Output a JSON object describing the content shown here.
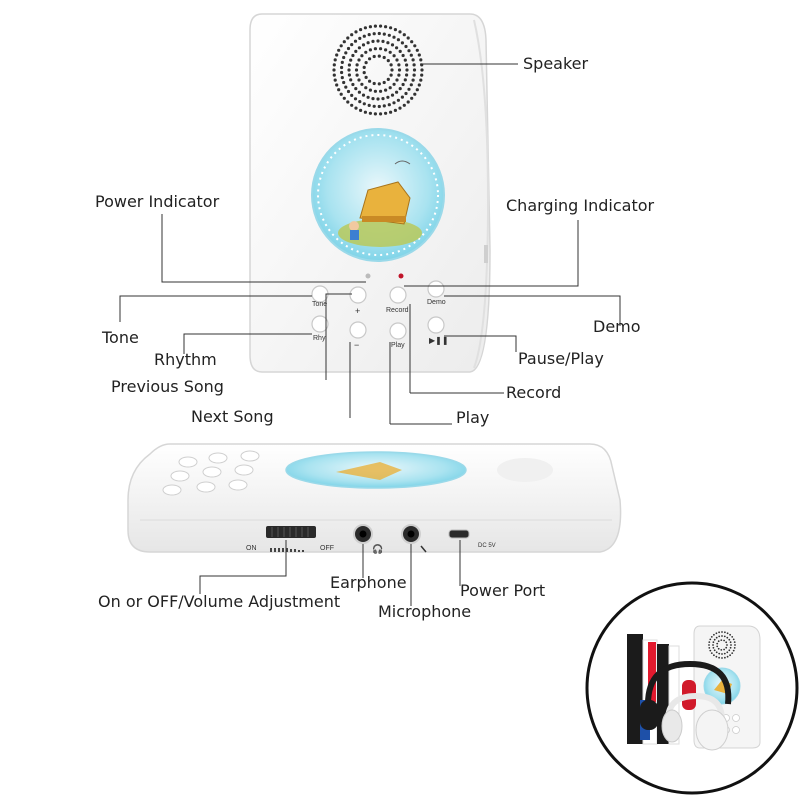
{
  "device_labels": {
    "speaker": "Speaker",
    "power_indicator": "Power Indicator",
    "charging_indicator": "Charging Indicator",
    "tone": "Tone",
    "rhythm": "Rhythm",
    "previous_song": "Previous Song",
    "next_song": "Next Song",
    "demo": "Demo",
    "pause_play": "Pause/Play",
    "record": "Record",
    "play": "Play",
    "on_off_volume": "On or OFF/Volume Adjustment",
    "earphone": "Earphone",
    "microphone": "Microphone",
    "power_port": "Power Port"
  },
  "button_text": {
    "tone": "Tone",
    "rhy": "Rhy",
    "plus": "+",
    "minus": "−",
    "record": "Record",
    "play": "Play",
    "demo": "Demo",
    "pause_play": "▶❚❚"
  },
  "side_panel": {
    "on": "ON",
    "off": "OFF",
    "dc": "DC 5V"
  },
  "colors": {
    "device_body": "#f7f7f7",
    "outline": "#dadada",
    "sticker_blue": "#7fd4e8",
    "leader_line": "#333333",
    "indicator_red": "#c0142a",
    "circle_frame": "#111111"
  }
}
